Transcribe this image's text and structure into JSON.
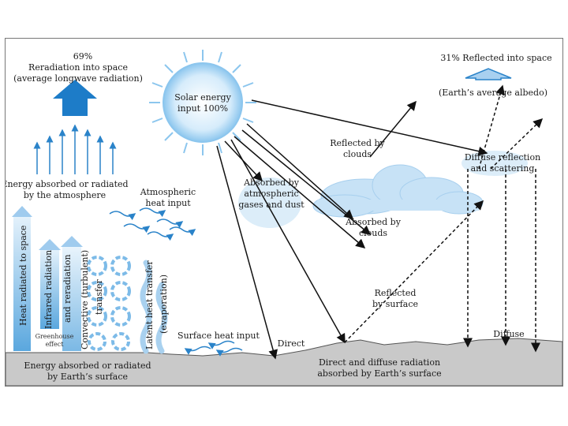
{
  "labels": {
    "reradiation_pct": "69%",
    "reradiation_1": "Reradiation into space",
    "reradiation_2": "(average longwave radiation)",
    "reflected_space": "31% Reflected into space",
    "albedo": "(Earth’s average albedo)",
    "solar_1": "Solar energy",
    "solar_2": "input 100%",
    "reflected_clouds_1": "Reflected by",
    "reflected_clouds_2": "clouds",
    "diffuse_reflection_1": "Diffuse reflection",
    "diffuse_reflection_2": "and scattering",
    "energy_atm_1": "Energy absorbed or radiated",
    "energy_atm_2": "by the atmosphere",
    "atm_heat_1": "Atmospheric",
    "atm_heat_2": "heat input",
    "absorbed_gases_1": "Absorbed by",
    "absorbed_gases_2": "atmospheric",
    "absorbed_gases_3": "gases and dust",
    "absorbed_clouds_1": "Absorbed by",
    "absorbed_clouds_2": "clouds",
    "reflected_surface_1": "Reflected",
    "reflected_surface_2": "by surface",
    "heat_space": "Heat radiated to space",
    "infrared_1": "Infrared radiation",
    "infrared_2": "and reradiation",
    "convective_1": "Convective (turbulent)",
    "convective_2": "transfer",
    "latent_1": "Latent heat transfer",
    "latent_2": "(evaporation)",
    "greenhouse_1": "Greenhouse",
    "greenhouse_2": "effect",
    "surface_heat": "Surface heat input",
    "direct": "Direct",
    "diffuse": "Diffuse",
    "energy_surface_1": "Energy absorbed or radiated",
    "energy_surface_2": "by Earth’s surface",
    "direct_diffuse_1": "Direct and diffuse radiation",
    "direct_diffuse_2": "absorbed by Earth’s surface"
  },
  "colors": {
    "arrow_blue": "#2a83c9",
    "light_blue": "#b8daf3",
    "ground": "#c9c9c9"
  }
}
